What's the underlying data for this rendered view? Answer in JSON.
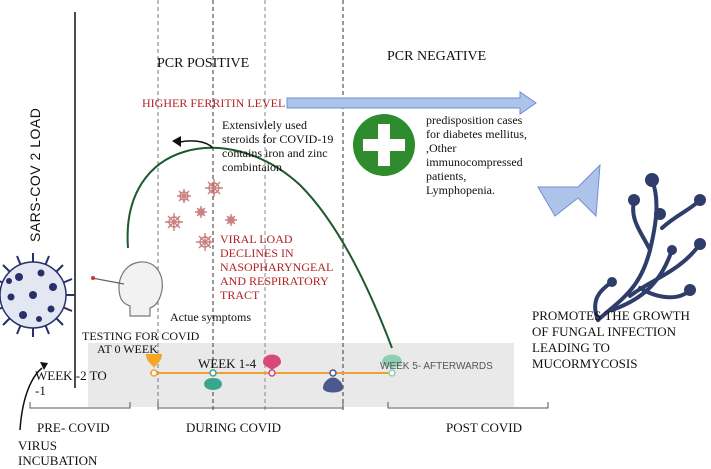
{
  "y_axis_label": "SARS-COV 2  LOAD",
  "headers": {
    "pcr_positive": "PCR POSITIVE",
    "pcr_negative": "PCR NEGATIVE"
  },
  "ferritin": "HIGHER FERRITIN LEVEL",
  "steroids_note": [
    "Extensivlely used",
    "steroids for COVID-19",
    "contains iron and zinc",
    "combintaion"
  ],
  "predisposition_note": [
    "predisposition cases",
    "for diabetes mellitus,",
    ",Other",
    "immunocompressed",
    "patients,",
    "Lymphopenia."
  ],
  "viral_load_note": [
    "VIRAL LOAD",
    "DECLINES IN",
    "NASOPHARYNGEAL",
    "AND RESPIRATORY",
    "TRACT"
  ],
  "actue_symptoms": "Actue symptoms",
  "testing": [
    "TESTING FOR COVID",
    "AT  0 WEEK"
  ],
  "timeline": {
    "week_1_4": "WEEK 1-4",
    "week_5": "WEEK 5- AFTERWARDS",
    "week_minus2": [
      "WEEK -2 TO",
      "-1"
    ]
  },
  "phases": {
    "pre_covid": "PRE- COVID",
    "during_covid": "DURING COVID",
    "post_covid": "POST COVID"
  },
  "virus_incubation": [
    "VIRUS",
    "INCUBATION"
  ],
  "fungal_note": [
    "PROMOTES THE GROWTH",
    "OF FUNGAL INFECTION",
    "LEADING TO",
    "MUCORMYCOSIS"
  ],
  "colors": {
    "ferritin_red": "#b22222",
    "arrow_blue": "#aec3ea",
    "arrow_blue_edge": "#6f8fd0",
    "cross_green": "#2e8b2e",
    "curve_green": "#1f5a2e",
    "timeline_orange": "#f0a030",
    "band_gray": "#e9e9e9",
    "marker_orange": "#f5a623",
    "marker_pink": "#d9487a",
    "marker_teal": "#3aa68f",
    "marker_navy": "#4a5a8c",
    "marker_mint": "#8fd0b5"
  }
}
